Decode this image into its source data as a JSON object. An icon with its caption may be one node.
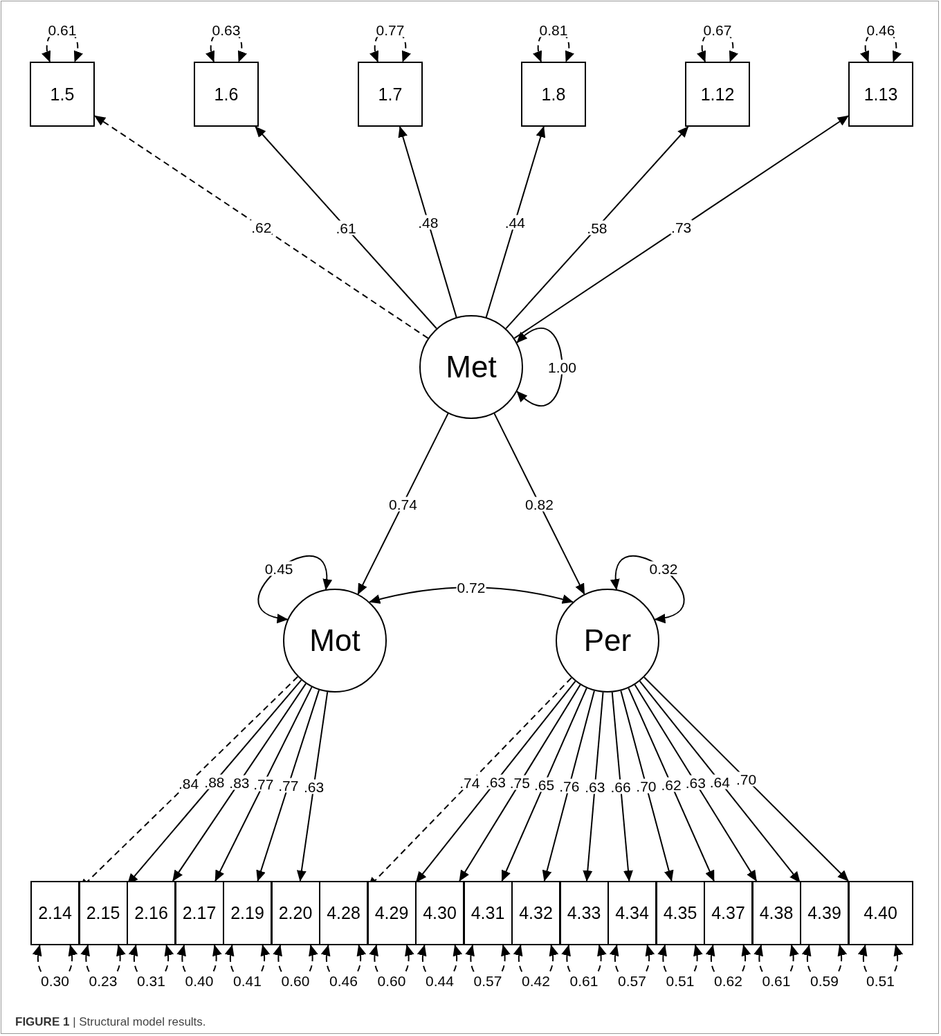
{
  "diagram": {
    "caption": "**FIGURE 1** | Structural model results.",
    "nodes": [
      {
        "text": [
          "1.5"
        ]
      },
      {
        "text": [
          "1.6"
        ]
      },
      {
        "text": [
          "1.7"
        ]
      },
      {
        "text": [
          "1.8"
        ]
      },
      {
        "text": [
          "1.12"
        ]
      },
      {
        "text": [
          "1.13"
        ]
      },
      {
        "text": [
          "Met"
        ]
      },
      {
        "text": [
          "Mot"
        ]
      },
      {
        "text": [
          "Per"
        ]
      },
      {
        "text": [
          "2.14"
        ]
      },
      {
        "text": [
          "2.15"
        ]
      },
      {
        "text": [
          "2.16"
        ]
      },
      {
        "text": [
          "2.17"
        ]
      },
      {
        "text": [
          "2.19"
        ]
      },
      {
        "text": [
          "2.20"
        ]
      },
      {
        "text": [
          "4.28"
        ]
      },
      {
        "text": [
          "4.29"
        ]
      },
      {
        "text": [
          "4.30"
        ]
      },
      {
        "text": [
          "4.31"
        ]
      },
      {
        "text": [
          "4.32"
        ]
      },
      {
        "text": [
          "4.33"
        ]
      },
      {
        "text": [
          "4.34"
        ]
      },
      {
        "text": [
          "4.35"
        ]
      },
      {
        "text": [
          "4.37"
        ]
      },
      {
        "text": [
          "4.38"
        ]
      },
      {
        "text": [
          "4.39"
        ]
      },
      {
        "text": [
          "4.40"
        ]
      }
    ],
    "edges": [
      {
        "from": 0,
        "to": 0,
        "arrow": "both",
        "label": "0.61",
        "style": "dashed"
      },
      {
        "from": 1,
        "to": 1,
        "arrow": "both",
        "label": "0.63",
        "style": "dashed"
      },
      {
        "from": 2,
        "to": 2,
        "arrow": "both",
        "label": "0.77",
        "style": "dashed"
      },
      {
        "from": 3,
        "to": 3,
        "arrow": "both",
        "label": "0.81",
        "style": "dashed"
      },
      {
        "from": 4,
        "to": 4,
        "arrow": "both",
        "label": "0.67",
        "style": "dashed"
      },
      {
        "from": 5,
        "to": 5,
        "arrow": "both",
        "label": "0.46",
        "style": "dashed"
      },
      {
        "from": 6,
        "to": 0,
        "arrow": "to",
        "label": ".62",
        "style": "dashed"
      },
      {
        "from": 6,
        "to": 1,
        "arrow": "to",
        "label": ".61"
      },
      {
        "from": 6,
        "to": 2,
        "arrow": "to",
        "label": ".48"
      },
      {
        "from": 6,
        "to": 3,
        "arrow": "to",
        "label": ".44"
      },
      {
        "from": 6,
        "to": 4,
        "arrow": "to",
        "label": ".58"
      },
      {
        "from": 6,
        "to": 5,
        "arrow": "to",
        "label": ".73"
      },
      {
        "from": 6,
        "to": 6,
        "arrow": "both",
        "label": "1.00"
      },
      {
        "from": 6,
        "to": 7,
        "arrow": "to",
        "label": "0.74"
      },
      {
        "from": 6,
        "to": 8,
        "arrow": "to",
        "label": "0.82"
      },
      {
        "from": 7,
        "to": 7,
        "arrow": "both",
        "label": "0.45"
      },
      {
        "from": 8,
        "to": 8,
        "arrow": "both",
        "label": "0.32"
      },
      {
        "from": 7,
        "to": 8,
        "arrow": "both",
        "label": "0.72"
      },
      {
        "from": 7,
        "to": 9,
        "arrow": "to",
        "label": ".84",
        "style": "dashed"
      },
      {
        "from": 7,
        "to": 10,
        "arrow": "to",
        "label": ".88"
      },
      {
        "from": 7,
        "to": 11,
        "arrow": "to",
        "label": ".83"
      },
      {
        "from": 7,
        "to": 12,
        "arrow": "to",
        "label": ".77"
      },
      {
        "from": 7,
        "to": 13,
        "arrow": "to",
        "label": ".77"
      },
      {
        "from": 7,
        "to": 14,
        "arrow": "to",
        "label": ".63"
      },
      {
        "from": 8,
        "to": 15,
        "arrow": "to",
        "label": ".74",
        "style": "dashed"
      },
      {
        "from": 8,
        "to": 16,
        "arrow": "to",
        "label": ".63"
      },
      {
        "from": 8,
        "to": 17,
        "arrow": "to",
        "label": ".75"
      },
      {
        "from": 8,
        "to": 18,
        "arrow": "to",
        "label": ".65"
      },
      {
        "from": 8,
        "to": 19,
        "arrow": "to",
        "label": ".76"
      },
      {
        "from": 8,
        "to": 20,
        "arrow": "to",
        "label": ".63"
      },
      {
        "from": 8,
        "to": 21,
        "arrow": "to",
        "label": ".66"
      },
      {
        "from": 8,
        "to": 22,
        "arrow": "to",
        "label": ".70"
      },
      {
        "from": 8,
        "to": 23,
        "arrow": "to",
        "label": ".62"
      },
      {
        "from": 8,
        "to": 24,
        "arrow": "to",
        "label": ".63"
      },
      {
        "from": 8,
        "to": 25,
        "arrow": "to",
        "label": ".64"
      },
      {
        "from": 8,
        "to": 26,
        "arrow": "to",
        "label": ".70"
      },
      {
        "from": 9,
        "to": 9,
        "arrow": "both",
        "label": "0.30",
        "style": "dashed"
      },
      {
        "from": 10,
        "to": 10,
        "arrow": "both",
        "label": "0.23",
        "style": "dashed"
      },
      {
        "from": 11,
        "to": 11,
        "arrow": "both",
        "label": "0.31",
        "style": "dashed"
      },
      {
        "from": 12,
        "to": 12,
        "arrow": "both",
        "label": "0.40",
        "style": "dashed"
      },
      {
        "from": 13,
        "to": 13,
        "arrow": "both",
        "label": "0.41",
        "style": "dashed"
      },
      {
        "from": 14,
        "to": 14,
        "arrow": "both",
        "label": "0.60",
        "style": "dashed"
      },
      {
        "from": 15,
        "to": 15,
        "arrow": "both",
        "label": "0.46",
        "style": "dashed"
      },
      {
        "from": 16,
        "to": 16,
        "arrow": "both",
        "label": "0.60",
        "style": "dashed"
      },
      {
        "from": 17,
        "to": 17,
        "arrow": "both",
        "label": "0.44",
        "style": "dashed"
      },
      {
        "from": 18,
        "to": 18,
        "arrow": "both",
        "label": "0.57",
        "style": "dashed"
      },
      {
        "from": 19,
        "to": 19,
        "arrow": "both",
        "label": "0.42",
        "style": "dashed"
      },
      {
        "from": 20,
        "to": 20,
        "arrow": "both",
        "label": "0.61",
        "style": "dashed"
      },
      {
        "from": 21,
        "to": 21,
        "arrow": "both",
        "label": "0.57",
        "style": "dashed"
      },
      {
        "from": 22,
        "to": 22,
        "arrow": "both",
        "label": "0.51",
        "style": "dashed"
      },
      {
        "from": 23,
        "to": 23,
        "arrow": "both",
        "label": "0.62",
        "style": "dashed"
      },
      {
        "from": 24,
        "to": 24,
        "arrow": "both",
        "label": "0.61",
        "style": "dashed"
      },
      {
        "from": 25,
        "to": 25,
        "arrow": "both",
        "label": "0.59",
        "style": "dashed"
      },
      {
        "from": 26,
        "to": 26,
        "arrow": "both",
        "label": "0.51",
        "style": "dashed"
      }
    ]
  }
}
